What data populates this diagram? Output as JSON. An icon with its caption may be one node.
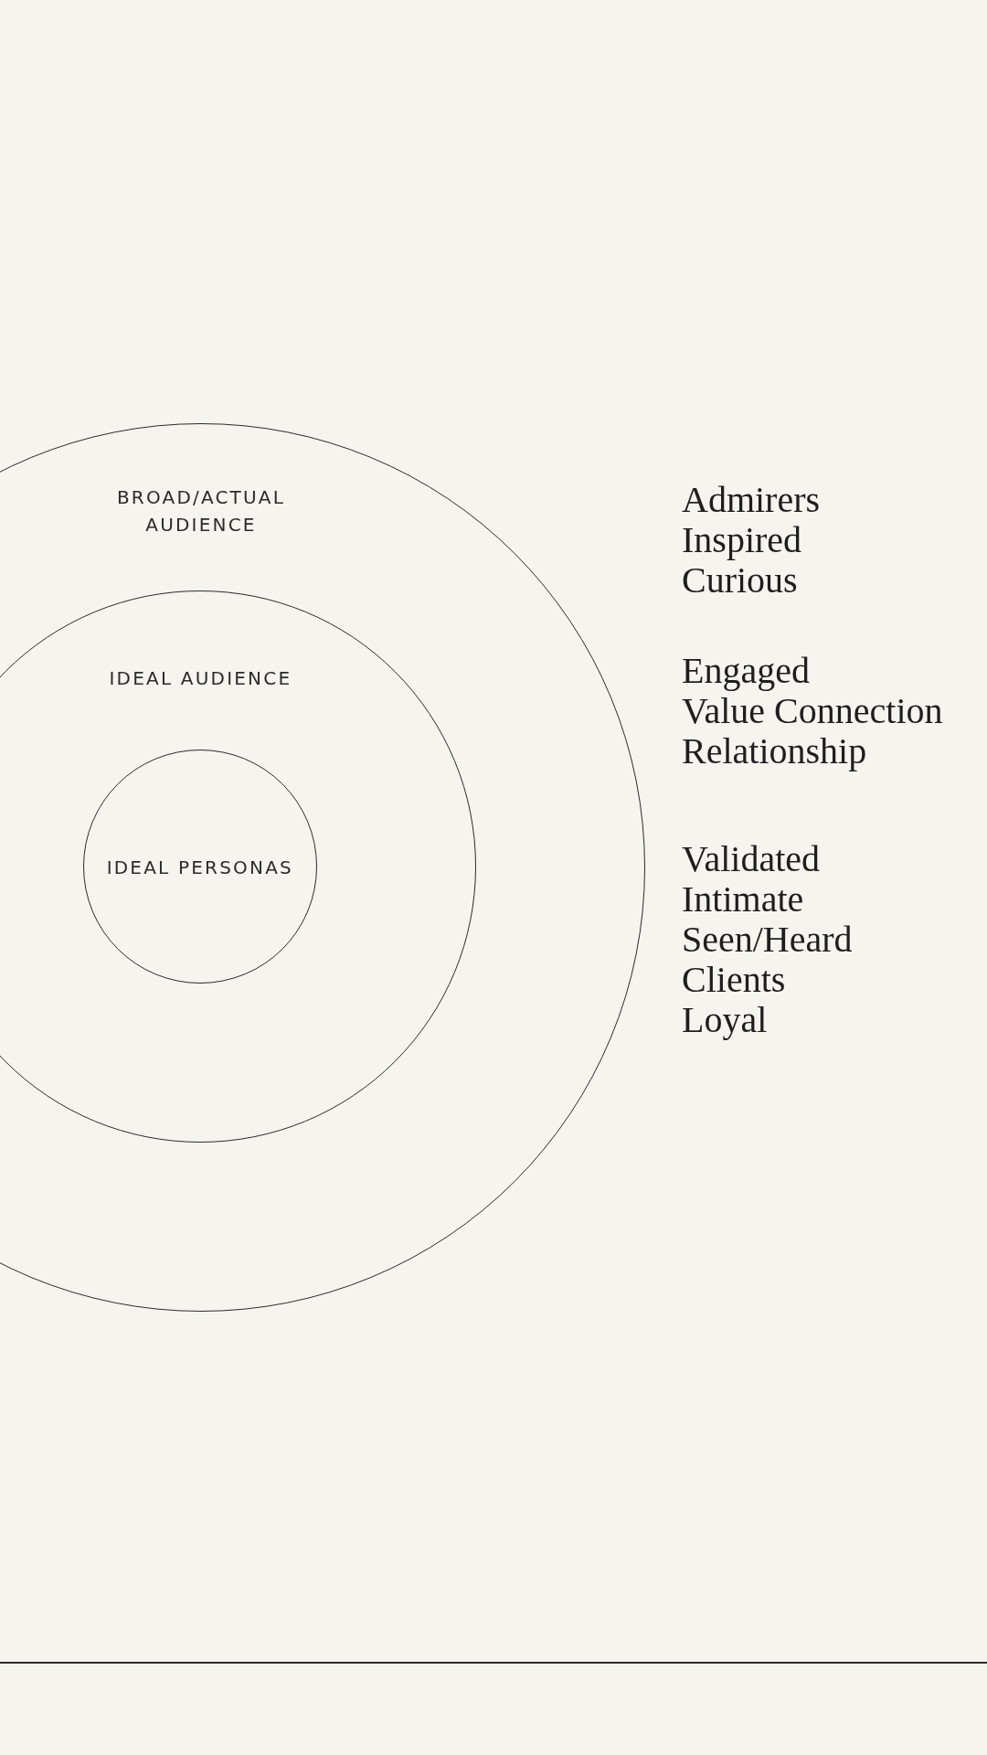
{
  "diagram": {
    "nodes": [
      {
        "text": [
          "BROAD/ACTUAL AUDIENCE"
        ]
      },
      {
        "text": [
          "IDEAL AUDIENCE"
        ],
        "in": 0
      },
      {
        "text": [
          "IDEAL PERSONAS"
        ],
        "in": 1
      }
    ],
    "edges": [],
    "labels": [
      "Admirers",
      "Inspired",
      "Curious",
      "Engaged",
      "Value Connection",
      "Relationship",
      "Validated",
      "Intimate",
      "Seen/Heard",
      "Clients",
      "Loyal"
    ]
  }
}
